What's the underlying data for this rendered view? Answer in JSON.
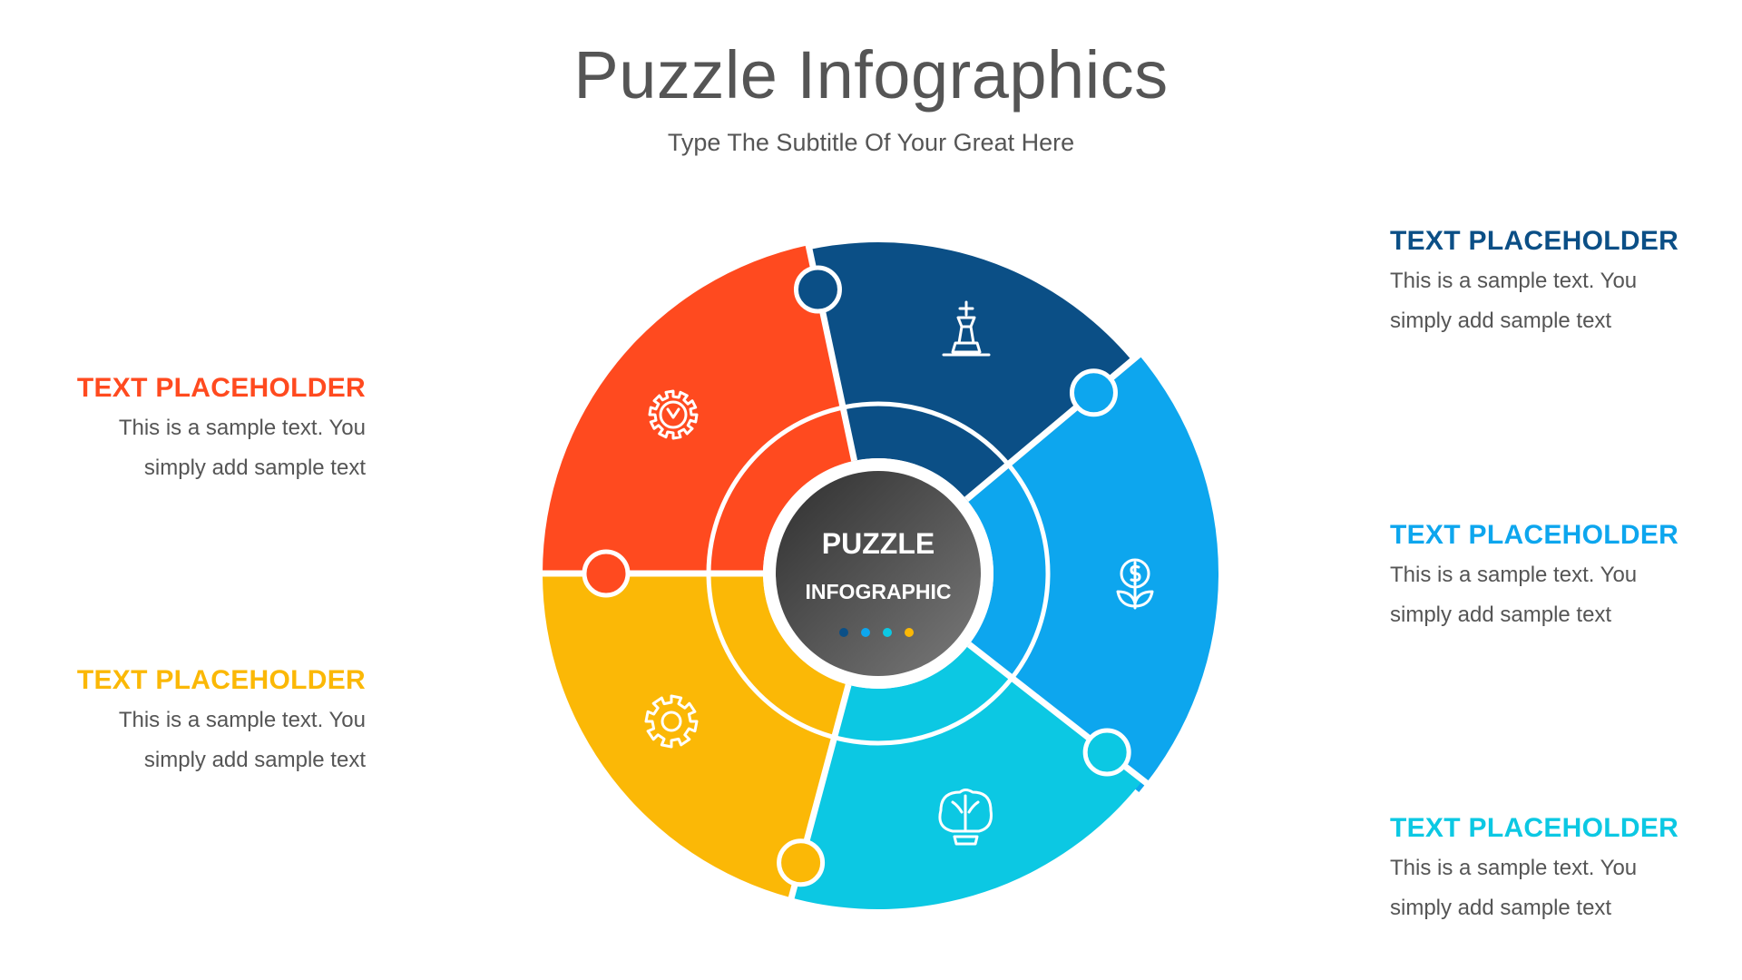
{
  "slide": {
    "title": "Puzzle Infographics",
    "subtitle": "Type The Subtitle Of Your Great Here"
  },
  "center": {
    "line1": "PUZZLE",
    "line2": "INFOGRAPHIC",
    "dot_colors": [
      "#0b4f86",
      "#0da6ee",
      "#0cc8e3",
      "#fbb806"
    ]
  },
  "pieces": [
    {
      "color": "#0b4f86",
      "icon": "chess-king-icon"
    },
    {
      "color": "#0da6ee",
      "icon": "money-plant-icon"
    },
    {
      "color": "#0cc8e3",
      "icon": "brain-bulb-icon"
    },
    {
      "color": "#fbb806",
      "icon": "gear-icon"
    },
    {
      "color": "#ff4a1f",
      "icon": "gear-wrench-icon"
    }
  ],
  "blocks": [
    {
      "heading": "TEXT PLACEHOLDER",
      "line1": "This is a sample text. You",
      "line2": "simply add sample text",
      "color": "#ff4a1f"
    },
    {
      "heading": "TEXT PLACEHOLDER",
      "line1": "This is a sample text. You",
      "line2": "simply add sample text",
      "color": "#fbb806"
    },
    {
      "heading": "TEXT PLACEHOLDER",
      "line1": "This is a sample text. You",
      "line2": "simply add sample text",
      "color": "#0b4f86"
    },
    {
      "heading": "TEXT PLACEHOLDER",
      "line1": "This is a sample text. You",
      "line2": "simply add sample text",
      "color": "#0da6ee"
    },
    {
      "heading": "TEXT PLACEHOLDER",
      "line1": "This is a sample text. You",
      "line2": "simply add sample text",
      "color": "#0cc8e3"
    }
  ]
}
